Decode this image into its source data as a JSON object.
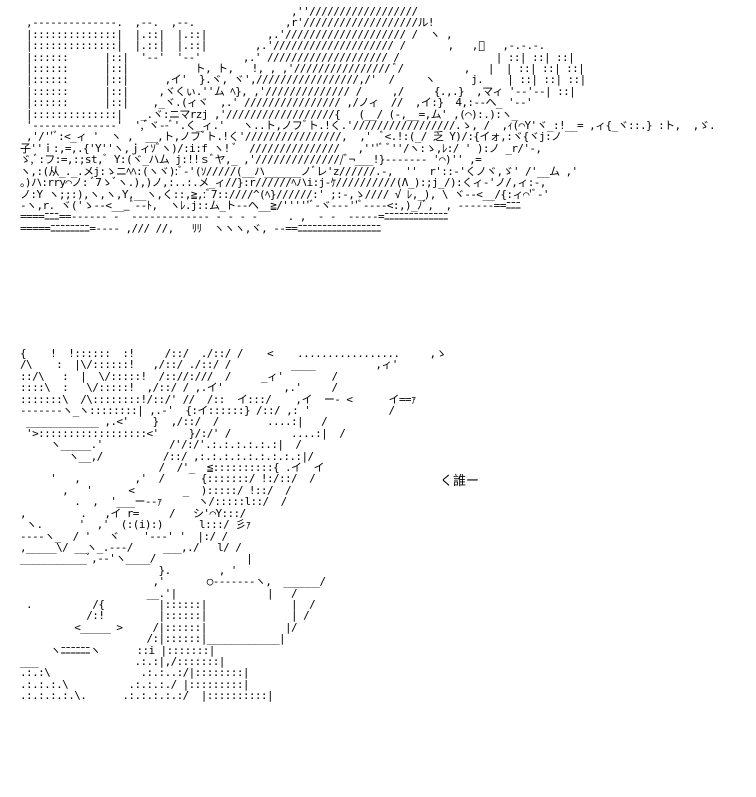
{
  "art": {
    "top_panel": "                                              ,''//////////////////\n  ,--------------.  ,--.  ,--.               ,r'///////////////////ル!\n  |::::::::::::::|  |.::|  |.::|          ,.'//////////////////// /  ヽ ,\n  |::::::::::::::|  |.::|  |.::|        ,.'//////////////////// /       ,   ,ﾞ   ,-.-.-.\n  |::::::      |::|  '--'  '--'       ,.' //////////////////// /                | ::| ::| ::|\n  |::::::      |::|           ト, ト,   !, , ,'//////////////// ﾞ/          ,   |  | ::| ::| ::|\n  |::::::      |::|      ,イ'  }.ヾ, ヾ',/////////////////,/'  /     ヽ      j.    | ::| ::| ::|\n  |::::::      |::|     ,ヾくぃ.''ム ﾍ}, ,'////////////// /     ,/     {.,.}  ,マィ '--'--| ::|\n  |::::::      |::|    ,_ヾ.(ィヾ  ,.' //////////////// ,/ノィ  //  ,イ:}  4,:--ヘ_ '--'\n  |::::::::::::::|   _.ヾ:ニマrzj ,'//////////////////{   (__/ (-,__=,ム' ,(⌒):.):ヽ_\n  '--------------'  ',ﾞヾ--ﾞ'.く_ィ.'   ヽ..ト,ノフﾞト.!く.'/////////////////.ゝ, /  ,ｨ(⌒Y'ヾ_:!__= ,ィ{_ヾ::.} :ト,  ,ゞ.\n  ,'/''ﾞ:<_ィ '  ヽ ,  __,ト,ノフﾞト.!く'////////////////,  ,'  ﾞ<.!:(_/ 乏 Y)/:{イォ,:ヾ{ヾj:ノ\n 子''ｉ:,=,.{'Y''ヽ,ｊィｿﾞヽ)/:i:f ヽ! ﾞ  ///////////////   ,'''ﾞ ﾞ''/ヽ:ゝ,ﾚ:/ ' ):ノ _r/'-,\n ゞ,ﾞ:フ:=,:;st,ﾞ Y:(ヾ_ハム j:!!ｓﾞヤ,_ ,'///////////////ﾞ¬___!}------- '⌒)'' ,=\n ヽ,:(从_._.メj:ゝニﾍﾍ:(ヽヾ):ﾞ-'(ｿ/////(__ハ______ノﾞレ'z//////.-,  ''  r'::-'くノヾ,ゞ' /'__ム ,'\n 。)ハ:rry⌒ノ: ﾞ7ゝﾞヽ.),)ノ,:..:.メ_ィ//}:r//////ﾍハi:j-ｹ//////////(Λ_):;j_/):くィ-'ノ/,ィ:-,\n ノ:Y ヽ;;:),ヽ,ヽ,Y,__ヽ,く::,≧,:ﾞ7::////^(ﾍ}//////:' ;:-,ゝ//// √ ﾚ,_), \\ ヾ--<__/{:ィ⌒'ﾞ-'\n -ヽ,r. ヾ('ゝ--<___ﾞ--ﾄ,  ヽﾚ.j::ム_ト--ヘ__≧/'''''ﾞ-ヾ---''ﾞ----<:,)_ﾉﾞ,  , ------==ﾆﾆﾆ\n ====ﾆﾆﾆ==------ -  ------------- - - - -     . ,  - -  -----=ﾆﾆﾆﾆﾆﾆﾆﾆﾆﾆﾆﾆﾆ\n =====ﾆﾆﾆﾆﾆﾆﾆﾆ=---- ,/// //,   ﾘﾘ  ヽヽヽ,ヾ, --==ﾆﾆﾆﾆﾆﾆﾆﾆﾆﾆﾆﾆﾆﾆﾆﾆﾆ",
    "bottom_panel": " {    !  !::::::  :!     /::/  ./::/ /    <    .................     ,ゝ\n /\\    :  |\\/::::::!   ,/::/ ./::/ /          ____          ,ィ'\n ::/\\   :  |  \\/:::::!  /:://:///  /     _ィ'        /\n ::::\\  :   \\/:::::!  ,/::/ / ,.イ'          ,.'     /\n :::::::\\  /\\::::::::!/::/' //  /::  イ:::/    ,イ  ー- <      イ==ｧ\n -------ヽ_ヽ::::::::| ,.-'  {:イ::::::} /::/ ,: '             /\n  ____________ ,.<'    }  ,/::/  /        ....:|   /\n  '>::::::::::::::::::<'     }/:/' /          ....:|  /\n      ヽ_____.'           /'/:/'.:.:.:.:.:.:|  /\n         ヽ__,/          /::/ ,:.:.:.:.:.:.:.:.:|/\n                        /  /'_  ≦::::::::::{ .イ  イ\n      '   ,         ,'  /      {:::::::/ !:/::/  /\n        ,   '      <        _  ):::::/ !::/  /\n          .  ,  '___ー--ｧ      ヽ/:::::l::/  /\n ,         .   ,イ r=     /   シ'⌒Y:::/\n  ヽ.      '  ,'  (:(i):)      l:::/ 彡ｧ\n ----ヽ_  / '   ヾ    '---' '  |:/ /\n ,_____\\/ __ヽ_.---/     ___,./   l/ /\n ___________ﾞ,--'ヽ____/               |\n                        }.        , '\n                       ,'       ○-------ヽ,  ______/\n                      __.'|               |   /\n  .          /{         |::::::|              |  /\n            /:!         |::::::|              | /\n          <_____ >     /|::::::|             |/\n                      /:|::::::|____________|\n      ヽﾆﾆﾆﾆﾆﾆヽ      ::i |:::::::|\n ___                .:.:|,/:::::::|\n .:.:\\               .:.:..:/|::::::::|\n .:.:.:.\\          .:.:.:./ |:::::::::|\n .:.:.:.:.\\.      .:.:.:.:.:/  |::::::::::|"
  },
  "speech": {
    "text": "く誰ー"
  }
}
